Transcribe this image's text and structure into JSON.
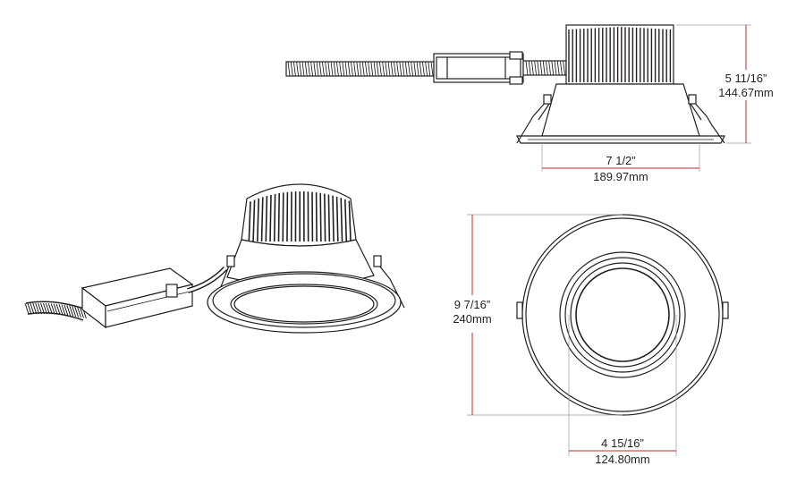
{
  "dimensions": {
    "height": {
      "imperial": "5 11/16”",
      "metric": "144.67mm"
    },
    "width": {
      "imperial": "7 1/2”",
      "metric": "189.97mm"
    },
    "outer_diameter": {
      "imperial": "9 7/16”",
      "metric": "240mm"
    },
    "cutout_diameter": {
      "imperial": "4 15/16”",
      "metric": "124.80mm"
    }
  },
  "colors": {
    "line": "#231f20",
    "dimension_line": "#c0282d",
    "extension_line": "#9a9a9a"
  }
}
